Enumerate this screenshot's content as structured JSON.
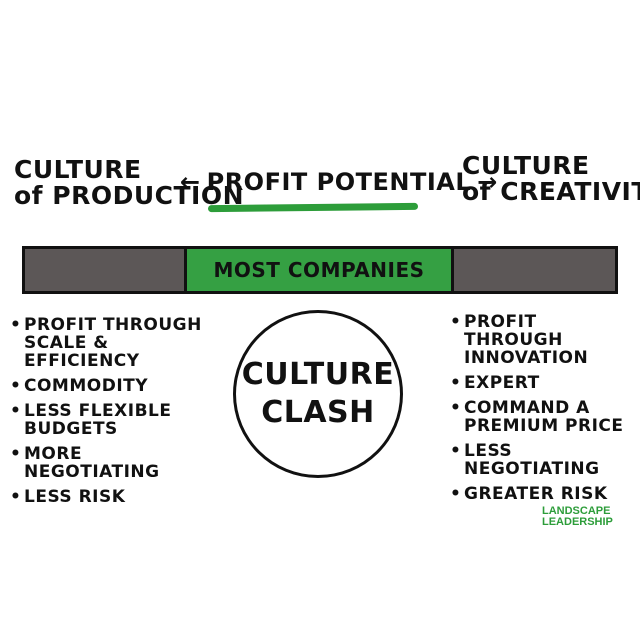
{
  "left_heading": {
    "line1": "CULTURE",
    "line2": "of PRODUCTION"
  },
  "right_heading": {
    "line1": "CULTURE",
    "line2": "of CREATIVITY"
  },
  "profit_potential": {
    "left_arrow": "←",
    "label": "PROFIT POTENTIAL",
    "right_arrow": "→",
    "underline_color": "#2d9d3a"
  },
  "bar": {
    "center_label": "MOST COMPANIES",
    "side_color": "#5c5757",
    "center_color": "#35a043"
  },
  "circle": {
    "line1": "CULTURE",
    "line2": "CLASH"
  },
  "left_list": [
    {
      "lines": [
        "PROFIT THROUGH",
        "SCALE & EFFICIENCY"
      ]
    },
    {
      "lines": [
        "COMMODITY"
      ]
    },
    {
      "lines": [
        "LESS FLEXIBLE",
        "BUDGETS"
      ]
    },
    {
      "lines": [
        "MORE NEGOTIATING"
      ]
    },
    {
      "lines": [
        "LESS RISK"
      ]
    }
  ],
  "right_list": [
    {
      "lines": [
        "PROFIT THROUGH",
        "INNOVATION"
      ]
    },
    {
      "lines": [
        "EXPERT"
      ]
    },
    {
      "lines": [
        "COMMAND A",
        "PREMIUM PRICE"
      ]
    },
    {
      "lines": [
        "LESS",
        "NEGOTIATING"
      ]
    },
    {
      "lines": [
        "GREATER RISK"
      ]
    }
  ],
  "logo": {
    "line1": "LANDSCAPE",
    "line2": "LEADERSHIP",
    "color": "#2d9d3a"
  }
}
